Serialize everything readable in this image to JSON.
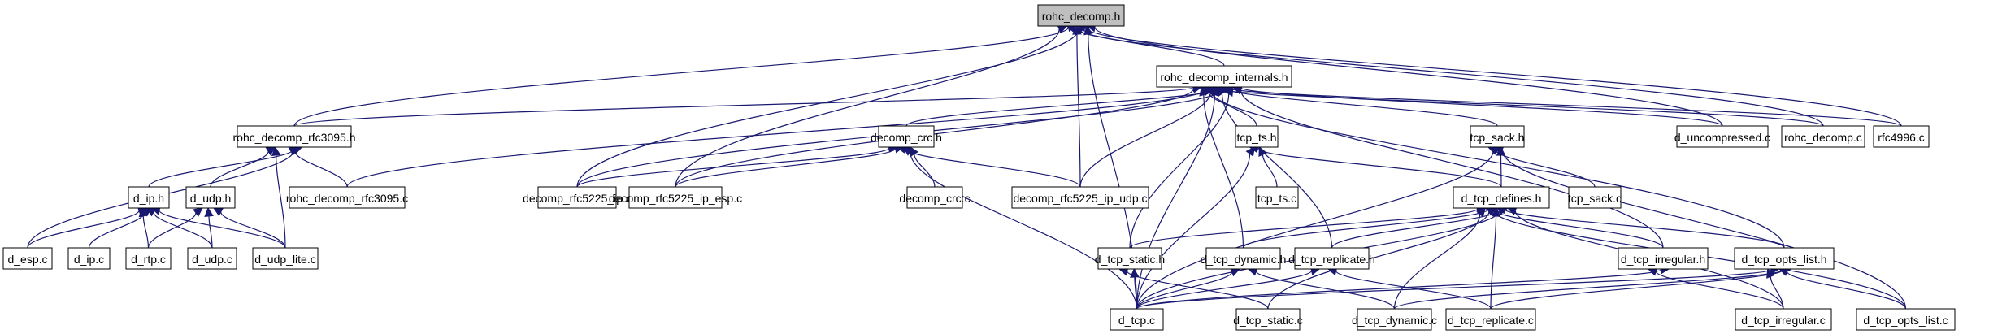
{
  "diagram": {
    "title": "rohc_decomp.h include dependency graph",
    "colors": {
      "edge": "#191970",
      "root_fill": "#bfbfbf",
      "node_fill": "#ffffff",
      "border": "#000000"
    },
    "root": "rohc_decomp.h",
    "nodes": [
      {
        "id": "rohc_decomp_h",
        "label": "rohc_decomp.h",
        "root": true
      },
      {
        "id": "rohc_decomp_internals_h",
        "label": "rohc_decomp_internals.h"
      },
      {
        "id": "rohc_decomp_rfc3095_h",
        "label": "rohc_decomp_rfc3095.h"
      },
      {
        "id": "d_uncompressed_c",
        "label": "d_uncompressed.c"
      },
      {
        "id": "rohc_decomp_c",
        "label": "rohc_decomp.c"
      },
      {
        "id": "rfc4996_c",
        "label": "rfc4996.c"
      },
      {
        "id": "decomp_crc_h",
        "label": "decomp_crc.h"
      },
      {
        "id": "tcp_ts_h",
        "label": "tcp_ts.h"
      },
      {
        "id": "tcp_sack_h",
        "label": "tcp_sack.h"
      },
      {
        "id": "d_ip_h",
        "label": "d_ip.h"
      },
      {
        "id": "d_udp_h",
        "label": "d_udp.h"
      },
      {
        "id": "rohc_decomp_rfc3095_c",
        "label": "rohc_decomp_rfc3095.c"
      },
      {
        "id": "decomp_rfc5225_ip_c",
        "label": "decomp_rfc5225_ip.c"
      },
      {
        "id": "decomp_rfc5225_ip_esp_c",
        "label": "decomp_rfc5225_ip_esp.c"
      },
      {
        "id": "decomp_crc_c",
        "label": "decomp_crc.c"
      },
      {
        "id": "decomp_rfc5225_ip_udp_c",
        "label": "decomp_rfc5225_ip_udp.c"
      },
      {
        "id": "tcp_ts_c",
        "label": "tcp_ts.c"
      },
      {
        "id": "d_tcp_defines_h",
        "label": "d_tcp_defines.h"
      },
      {
        "id": "tcp_sack_c",
        "label": "tcp_sack.c"
      },
      {
        "id": "d_esp_c",
        "label": "d_esp.c"
      },
      {
        "id": "d_ip_c",
        "label": "d_ip.c"
      },
      {
        "id": "d_rtp_c",
        "label": "d_rtp.c"
      },
      {
        "id": "d_udp_c",
        "label": "d_udp.c"
      },
      {
        "id": "d_udp_lite_c",
        "label": "d_udp_lite.c"
      },
      {
        "id": "d_tcp_static_h",
        "label": "d_tcp_static.h"
      },
      {
        "id": "d_tcp_dynamic_h",
        "label": "d_tcp_dynamic.h"
      },
      {
        "id": "d_tcp_replicate_h",
        "label": "d_tcp_replicate.h"
      },
      {
        "id": "d_tcp_irregular_h",
        "label": "d_tcp_irregular.h"
      },
      {
        "id": "d_tcp_opts_list_h",
        "label": "d_tcp_opts_list.h"
      },
      {
        "id": "d_tcp_c",
        "label": "d_tcp.c"
      },
      {
        "id": "d_tcp_static_c",
        "label": "d_tcp_static.c"
      },
      {
        "id": "d_tcp_dynamic_c",
        "label": "d_tcp_dynamic.c"
      },
      {
        "id": "d_tcp_replicate_c",
        "label": "d_tcp_replicate.c"
      },
      {
        "id": "d_tcp_irregular_c",
        "label": "d_tcp_irregular.c"
      },
      {
        "id": "d_tcp_opts_list_c",
        "label": "d_tcp_opts_list.c"
      }
    ],
    "edges": [
      [
        "rohc_decomp_internals_h",
        "rohc_decomp_h"
      ],
      [
        "rohc_decomp_rfc3095_h",
        "rohc_decomp_h"
      ],
      [
        "d_uncompressed_c",
        "rohc_decomp_h"
      ],
      [
        "rohc_decomp_c",
        "rohc_decomp_h"
      ],
      [
        "rfc4996_c",
        "rohc_decomp_h"
      ],
      [
        "decomp_rfc5225_ip_c",
        "rohc_decomp_h"
      ],
      [
        "decomp_rfc5225_ip_esp_c",
        "rohc_decomp_h"
      ],
      [
        "decomp_rfc5225_ip_udp_c",
        "rohc_decomp_h"
      ],
      [
        "d_tcp_c",
        "rohc_decomp_h"
      ],
      [
        "rohc_decomp_rfc3095_h",
        "rohc_decomp_internals_h"
      ],
      [
        "rohc_decomp_rfc3095_c",
        "rohc_decomp_internals_h"
      ],
      [
        "decomp_crc_h",
        "rohc_decomp_internals_h"
      ],
      [
        "tcp_ts_h",
        "rohc_decomp_internals_h"
      ],
      [
        "tcp_sack_h",
        "rohc_decomp_internals_h"
      ],
      [
        "d_uncompressed_c",
        "rohc_decomp_internals_h"
      ],
      [
        "rohc_decomp_c",
        "rohc_decomp_internals_h"
      ],
      [
        "rfc4996_c",
        "rohc_decomp_internals_h"
      ],
      [
        "decomp_rfc5225_ip_c",
        "rohc_decomp_internals_h"
      ],
      [
        "decomp_rfc5225_ip_esp_c",
        "rohc_decomp_internals_h"
      ],
      [
        "decomp_rfc5225_ip_udp_c",
        "rohc_decomp_internals_h"
      ],
      [
        "d_tcp_static_h",
        "rohc_decomp_internals_h"
      ],
      [
        "d_tcp_dynamic_h",
        "rohc_decomp_internals_h"
      ],
      [
        "d_tcp_replicate_h",
        "rohc_decomp_internals_h"
      ],
      [
        "d_tcp_irregular_h",
        "rohc_decomp_internals_h"
      ],
      [
        "d_tcp_opts_list_h",
        "rohc_decomp_internals_h"
      ],
      [
        "d_tcp_c",
        "rohc_decomp_internals_h"
      ],
      [
        "d_ip_h",
        "rohc_decomp_rfc3095_h"
      ],
      [
        "d_udp_h",
        "rohc_decomp_rfc3095_h"
      ],
      [
        "rohc_decomp_rfc3095_c",
        "rohc_decomp_rfc3095_h"
      ],
      [
        "d_esp_c",
        "rohc_decomp_rfc3095_h"
      ],
      [
        "d_udp_lite_c",
        "rohc_decomp_rfc3095_h"
      ],
      [
        "d_esp_c",
        "d_ip_h"
      ],
      [
        "d_ip_c",
        "d_ip_h"
      ],
      [
        "d_rtp_c",
        "d_ip_h"
      ],
      [
        "d_udp_c",
        "d_ip_h"
      ],
      [
        "d_udp_lite_c",
        "d_ip_h"
      ],
      [
        "d_rtp_c",
        "d_udp_h"
      ],
      [
        "d_udp_c",
        "d_udp_h"
      ],
      [
        "d_udp_lite_c",
        "d_udp_h"
      ],
      [
        "decomp_rfc5225_ip_c",
        "decomp_crc_h"
      ],
      [
        "decomp_rfc5225_ip_esp_c",
        "decomp_crc_h"
      ],
      [
        "decomp_crc_c",
        "decomp_crc_h"
      ],
      [
        "decomp_rfc5225_ip_udp_c",
        "decomp_crc_h"
      ],
      [
        "d_tcp_c",
        "decomp_crc_h"
      ],
      [
        "tcp_ts_c",
        "tcp_ts_h"
      ],
      [
        "d_tcp_defines_h",
        "tcp_ts_h"
      ],
      [
        "d_tcp_c",
        "tcp_ts_h"
      ],
      [
        "d_tcp_defines_h",
        "tcp_sack_h"
      ],
      [
        "tcp_sack_c",
        "tcp_sack_h"
      ],
      [
        "d_tcp_opts_list_c",
        "tcp_sack_h"
      ],
      [
        "d_tcp_c",
        "tcp_sack_h"
      ],
      [
        "d_tcp_static_h",
        "d_tcp_defines_h"
      ],
      [
        "d_tcp_dynamic_h",
        "d_tcp_defines_h"
      ],
      [
        "d_tcp_replicate_h",
        "d_tcp_defines_h"
      ],
      [
        "d_tcp_irregular_h",
        "d_tcp_defines_h"
      ],
      [
        "d_tcp_opts_list_h",
        "d_tcp_defines_h"
      ],
      [
        "d_tcp_c",
        "d_tcp_defines_h"
      ],
      [
        "d_tcp_dynamic_c",
        "d_tcp_defines_h"
      ],
      [
        "d_tcp_replicate_c",
        "d_tcp_defines_h"
      ],
      [
        "d_tcp_irregular_c",
        "d_tcp_defines_h"
      ],
      [
        "d_tcp_opts_list_c",
        "d_tcp_defines_h"
      ],
      [
        "d_tcp_static_c",
        "d_tcp_defines_h"
      ],
      [
        "d_tcp_c",
        "d_tcp_static_h"
      ],
      [
        "d_tcp_static_c",
        "d_tcp_static_h"
      ],
      [
        "d_tcp_c",
        "d_tcp_dynamic_h"
      ],
      [
        "d_tcp_dynamic_c",
        "d_tcp_dynamic_h"
      ],
      [
        "d_tcp_c",
        "d_tcp_replicate_h"
      ],
      [
        "d_tcp_replicate_c",
        "d_tcp_replicate_h"
      ],
      [
        "d_tcp_c",
        "d_tcp_irregular_h"
      ],
      [
        "d_tcp_irregular_c",
        "d_tcp_irregular_h"
      ],
      [
        "d_tcp_c",
        "d_tcp_opts_list_h"
      ],
      [
        "d_tcp_replicate_c",
        "d_tcp_opts_list_h"
      ],
      [
        "d_tcp_irregular_c",
        "d_tcp_opts_list_h"
      ],
      [
        "d_tcp_opts_list_c",
        "d_tcp_opts_list_h"
      ],
      [
        "d_tcp_dynamic_c",
        "d_tcp_opts_list_h"
      ]
    ]
  }
}
